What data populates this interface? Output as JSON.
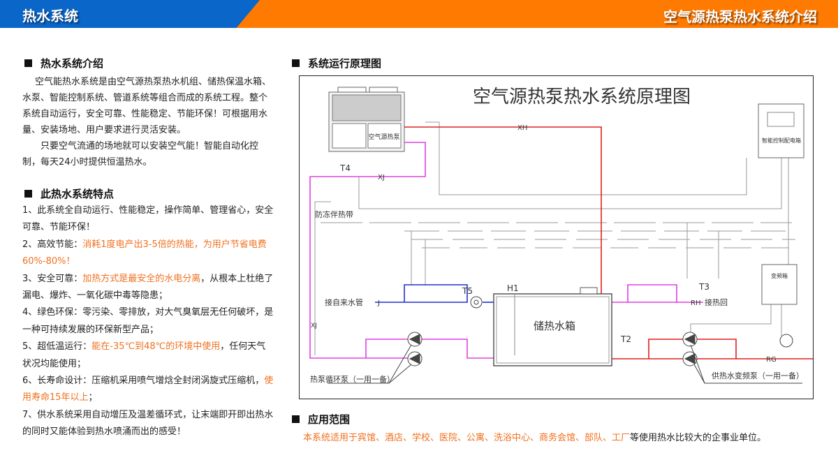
{
  "header": {
    "left_title": "热水系统",
    "right_title": "空气源热泵热水系统介绍"
  },
  "intro": {
    "heading": "热水系统介绍",
    "p1": "空气能热水系统是由空气源热泵热水机组、储热保温水箱、水泵、智能控制系统、管道系统等组合而成的系统工程。整个系统自动运行，安全可靠、性能稳定、节能环保！可根据用水量、安装场地、用户要求进行灵活安装。",
    "p2": "只要空气流通的场地就可以安装空气能！智能自动化控制，每天24小时提供恒温热水。"
  },
  "features": {
    "heading": "此热水系统特点",
    "items": [
      {
        "prefix": "1、此系统全自动运行、性能稳定，操作简单、管理省心，安全可靠、节能环保！",
        "highlight": "",
        "suffix": ""
      },
      {
        "prefix": "2、高效节能：",
        "highlight": "消耗1度电产出3-5倍的热能，为用户节省电费60%-80%！",
        "suffix": ""
      },
      {
        "prefix": "3、安全可靠：",
        "highlight": "加热方式是最安全的水电分离",
        "suffix": "，从根本上杜绝了漏电、爆炸、一氧化碳中毒等隐患；"
      },
      {
        "prefix": "4、绿色环保：零污染、零排放，对大气臭氧层无任何破坏，是一种可持续发展的环保新型产品；",
        "highlight": "",
        "suffix": ""
      },
      {
        "prefix": "5、超低温运行：",
        "highlight": "能在-35℃到48℃的环境中使用",
        "suffix": "，任何天气状况均能使用；"
      },
      {
        "prefix": "6、长寿命设计：压缩机采用喷气增焓全封闭涡旋式压缩机，",
        "highlight": "使用寿命15年以上",
        "suffix": "；"
      },
      {
        "prefix": "7、供水系统采用自动增压及温差循环式，让末端即开即出热水的同时又能体验到热水喷涌而出的感受！",
        "highlight": "",
        "suffix": ""
      }
    ]
  },
  "diagram_section": {
    "heading": "系统运行原理图"
  },
  "diagram": {
    "title": "空气源热泵热水系统原理图",
    "heat_pump": "空气源热泵",
    "control_box": "智能控制配电箱",
    "inverter_box": "变频箱",
    "tank": "储热水箱",
    "tap_water": "接自来水管",
    "return": "接热回",
    "antifreeze": "防冻伴热带",
    "hp_pumps": "热泵循环泵（一用一备）",
    "supply_pumps": "供热水变频泵（一用一备）",
    "tags": {
      "xh": "XH",
      "xj": "XJ",
      "t4": "T4",
      "t5": "T5",
      "t3": "T3",
      "t2": "T2",
      "h1": "H1",
      "j": "J",
      "rh": "RH",
      "rg": "RG",
      "xj2": "XJ"
    },
    "colors": {
      "hot": "#e02020",
      "circ": "#e040e0",
      "cold": "#2030d0",
      "aux": "#999999"
    }
  },
  "scope": {
    "heading": "应用范围",
    "highlight": "本系统适用于宾馆、酒店、学校、医院、公寓、洗浴中心、商务会馆、部队、工厂",
    "rest": "等使用热水比较大的企事业单位。"
  }
}
